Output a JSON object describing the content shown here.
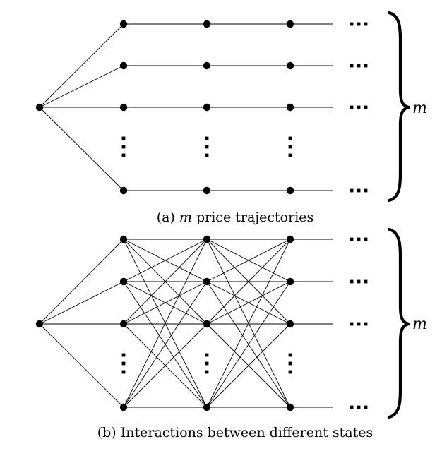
{
  "panels": [
    {
      "id": "a",
      "brace_label": "m",
      "caption": {
        "prefix": "(a) ",
        "italic": "m",
        "suffix": " price trajectories"
      },
      "connectivity": "parallel"
    },
    {
      "id": "b",
      "brace_label": "m",
      "caption": {
        "prefix": "(b) Interactions between different states",
        "italic": "",
        "suffix": ""
      },
      "connectivity": "full"
    }
  ],
  "continuation_symbol": "⋯"
}
